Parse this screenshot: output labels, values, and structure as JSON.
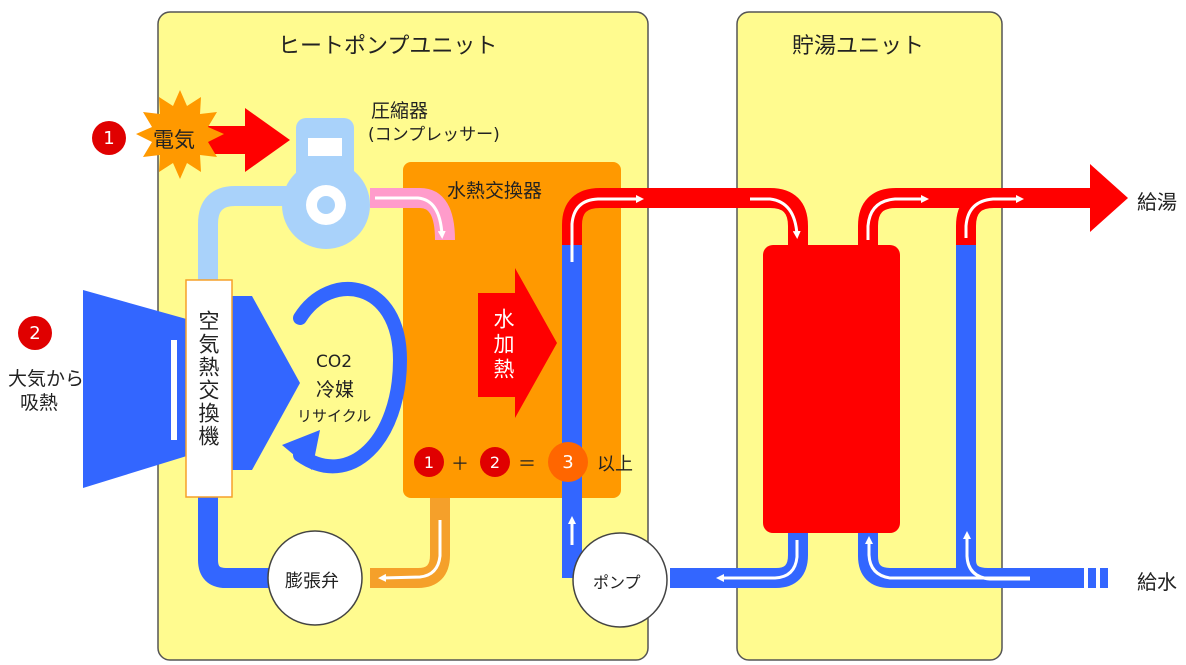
{
  "units": {
    "heat_pump": "ヒートポンプユニット",
    "storage": "貯湯ユニット"
  },
  "components": {
    "compressor_line1": "圧縮器",
    "compressor_line2": "(コンプレッサー)",
    "water_hx": "水熱交換器",
    "air_hx": "空気熱交換機",
    "expansion_valve": "膨張弁",
    "pump": "ポンプ",
    "refrigerant_line1": "CO2",
    "refrigerant_line2": "冷媒",
    "refrigerant_line3": "リサイクル",
    "water_heating": "水加熱"
  },
  "inputs": {
    "electricity_num": "1",
    "electricity": "電気",
    "air_num": "2",
    "air_line1": "大気から",
    "air_line2": "吸熱"
  },
  "equation": {
    "a": "1",
    "plus": "＋",
    "b": "2",
    "eq": "＝",
    "c": "3",
    "suffix": "以上"
  },
  "outputs": {
    "hot_water": "給湯",
    "water_supply": "給水"
  },
  "colors": {
    "panel": "#FFFB8F",
    "orange_box": "#FF9900",
    "red": "#FF0000",
    "blue": "#3366FF",
    "light_blue": "#A9D2FA",
    "pink": "#FF9CCB",
    "orange_pipe": "#F5A02A"
  }
}
